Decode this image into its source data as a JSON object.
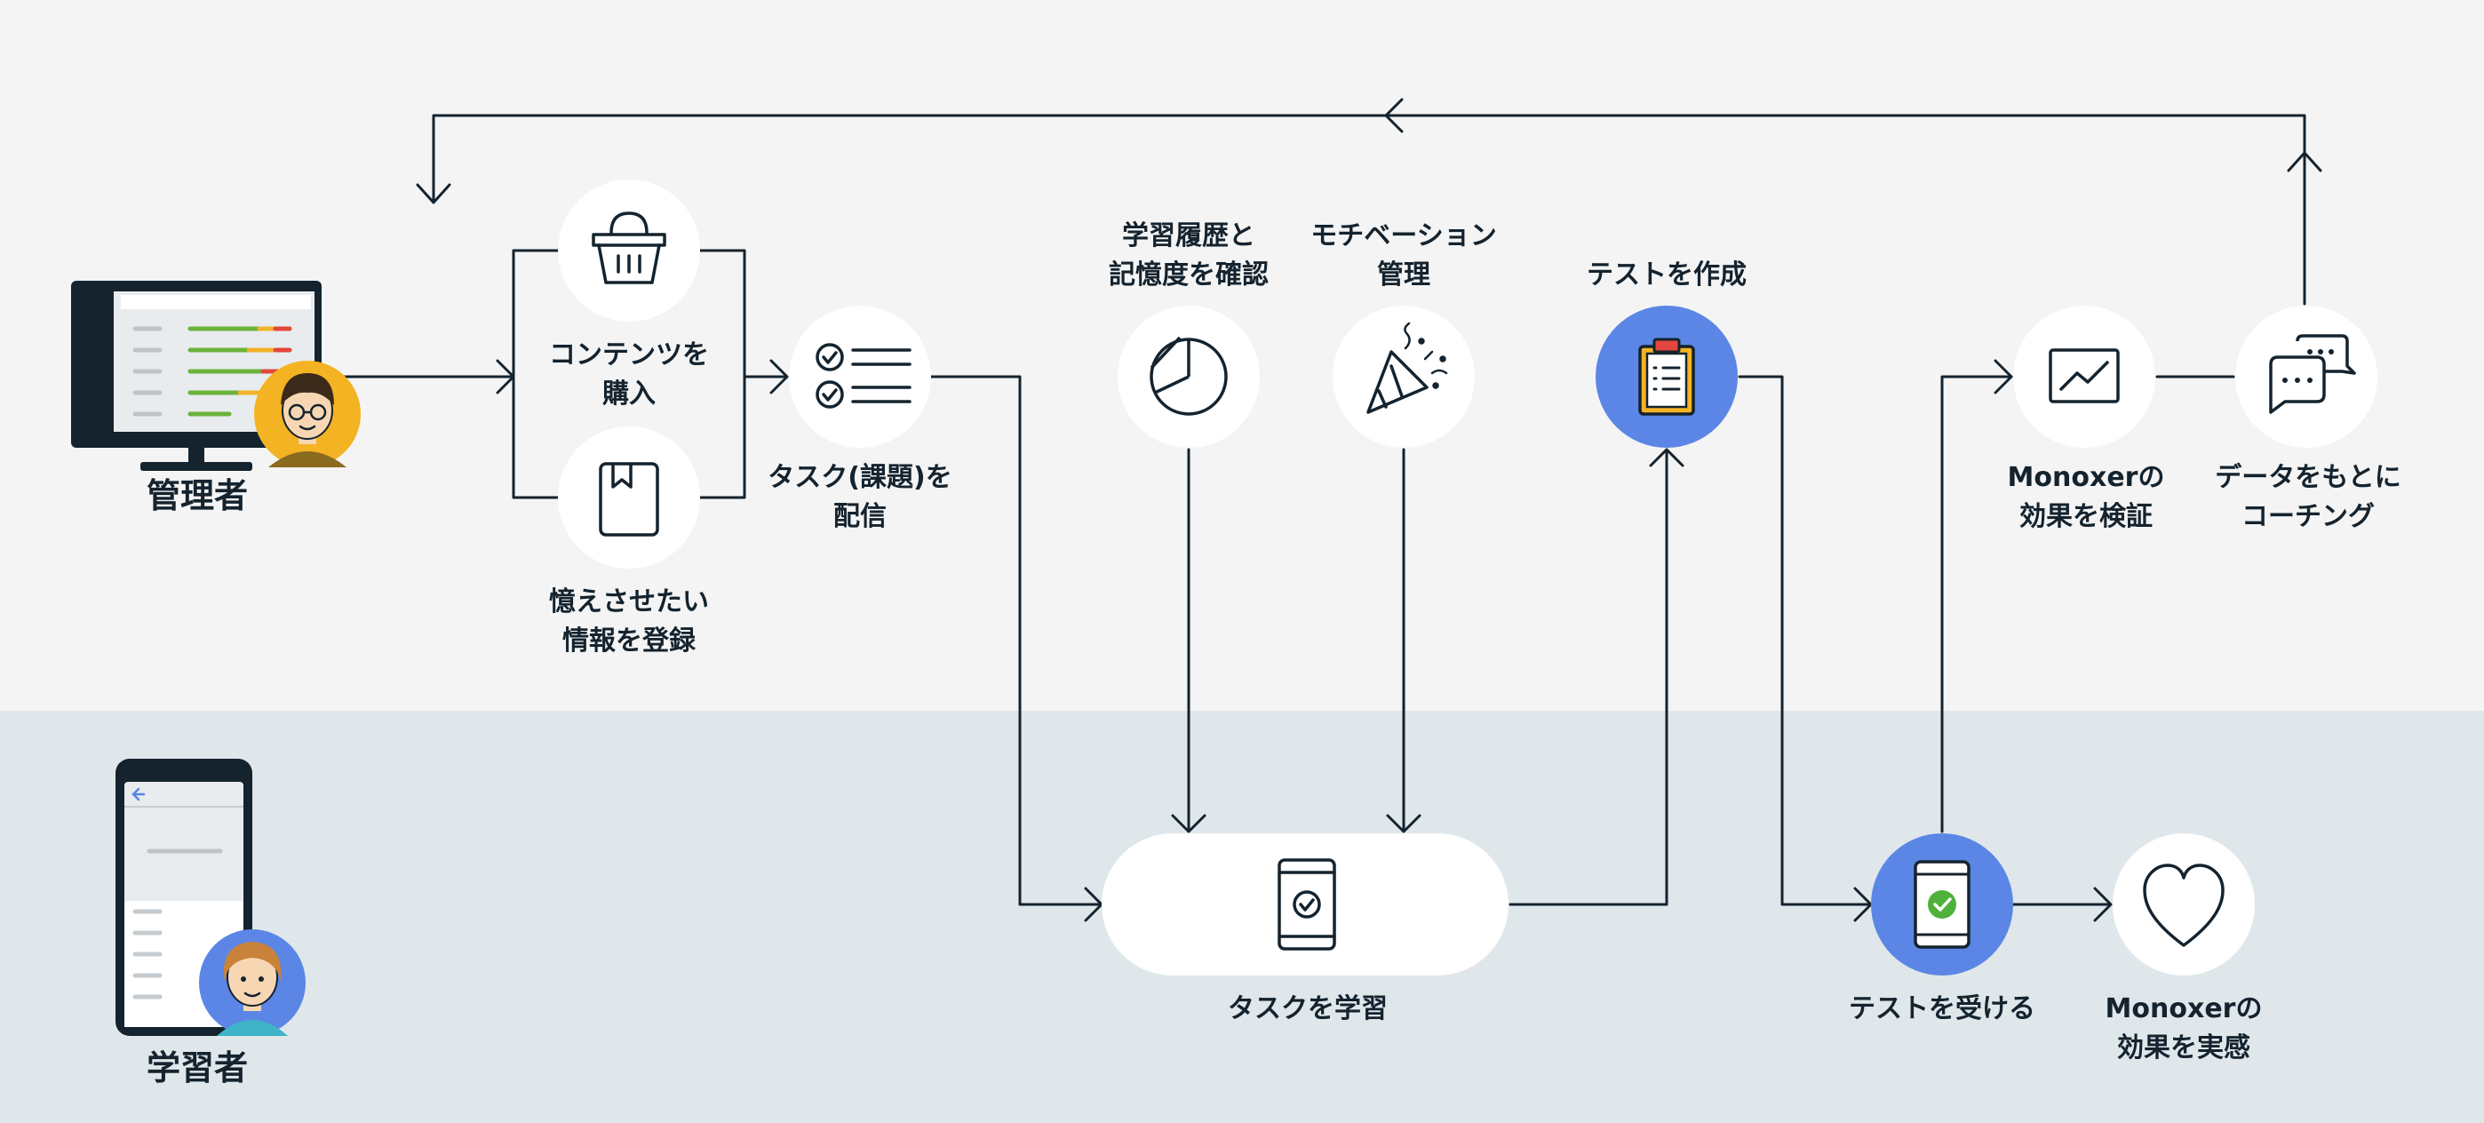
{
  "colors": {
    "line": "#14232e",
    "top_band": "#f4f4f4",
    "bottom_band": "#dfe7eb",
    "node_fill": "#ffffff",
    "highlight": "#5b86e5",
    "admin_avatar_bg": "#f4b323",
    "learner_avatar_bg": "#5b86e5",
    "check_green": "#4fb13a"
  },
  "roles": {
    "admin": {
      "label": "管理者",
      "device": "monitor-icon",
      "avatar": "admin-avatar"
    },
    "learner": {
      "label": "学習者",
      "device": "smartphone-icon",
      "avatar": "learner-avatar"
    }
  },
  "nodes": {
    "purchase": {
      "lines": [
        "コンテンツを",
        "購入"
      ],
      "icon": "basket-icon"
    },
    "register": {
      "lines": [
        "憶えさせたい",
        "情報を登録"
      ],
      "icon": "notebook-icon"
    },
    "distribute": {
      "lines": [
        "タスク(課題)を",
        "配信"
      ],
      "icon": "checklist-icon"
    },
    "history": {
      "lines": [
        "学習履歴と",
        "記憶度を確認"
      ],
      "icon": "pie-chart-icon"
    },
    "motivation": {
      "lines": [
        "モチベーション",
        "管理"
      ],
      "icon": "party-popper-icon"
    },
    "create_test": {
      "lines": [
        "テストを作成"
      ],
      "icon": "clipboard-icon"
    },
    "verify": {
      "lines": [
        "Monoxerの",
        "効果を検証"
      ],
      "icon": "line-chart-icon"
    },
    "coaching": {
      "lines": [
        "データをもとに",
        "コーチング"
      ],
      "icon": "chat-bubbles-icon"
    },
    "study": {
      "lines": [
        "タスクを学習"
      ],
      "icon": "phone-check-icon"
    },
    "take_test": {
      "lines": [
        "テストを受ける"
      ],
      "icon": "phone-green-check-icon"
    },
    "feel": {
      "lines": [
        "Monoxerの",
        "効果を実感"
      ],
      "icon": "heart-icon"
    }
  }
}
